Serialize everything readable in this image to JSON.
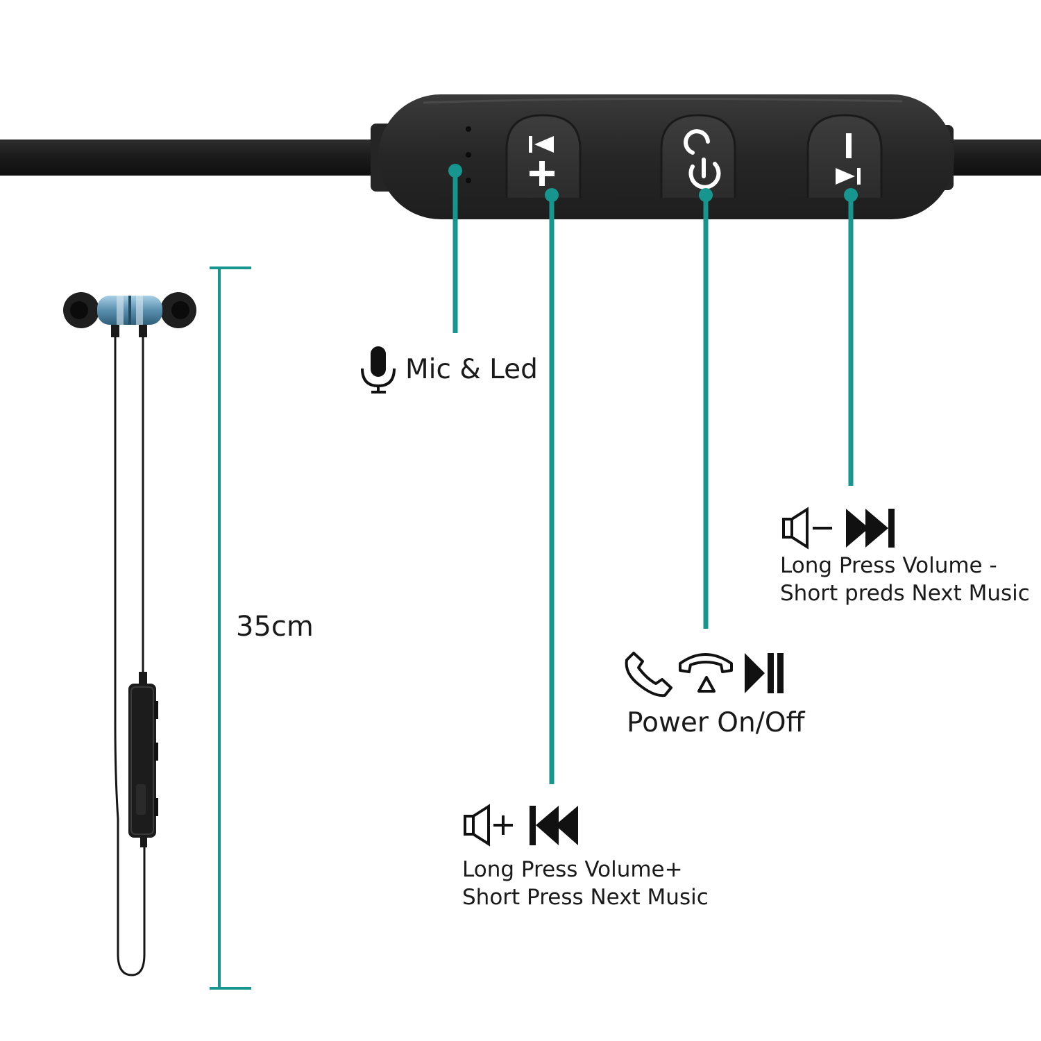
{
  "colors": {
    "accent": "#17958f",
    "device_body": "#2a2a2a",
    "button_face": "#333333",
    "cable": "#1f1f1f",
    "earbud_metal": "#6fa4c0"
  },
  "callouts": {
    "mic_led": {
      "label": "Mic & Led",
      "icon": "microphone-icon"
    },
    "power": {
      "label": "Power On/Off",
      "icons": [
        "phone-answer-icon",
        "phone-hangup-icon",
        "play-pause-icon"
      ]
    },
    "volume_down": {
      "line1": "Long Press Volume -",
      "line2": "Short preds Next Music",
      "icons": [
        "speaker-minus-icon",
        "next-track-icon"
      ]
    },
    "volume_up": {
      "line1": "Long Press Volume+",
      "line2": "Short Press Next Music",
      "icons": [
        "speaker-plus-icon",
        "previous-track-icon"
      ]
    }
  },
  "dimension": {
    "length_label": "35cm"
  }
}
